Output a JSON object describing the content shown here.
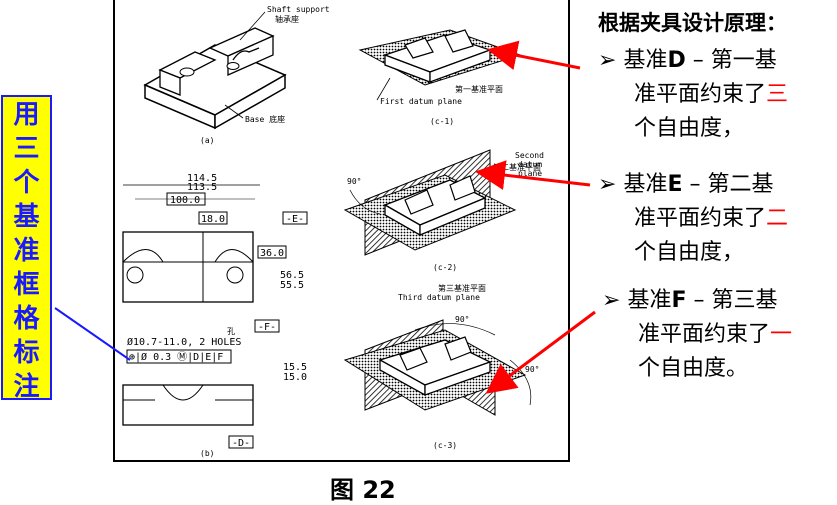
{
  "vertical_label": {
    "chars": [
      "用",
      "三",
      "个",
      "基",
      "准",
      "框",
      "格",
      "标",
      "注"
    ]
  },
  "figure": {
    "caption": "图 22",
    "panel_a": {
      "label_shaft_en": "Shaft support",
      "label_shaft_cn": "轴承座",
      "label_base": "Base 底座",
      "sub": "(a)"
    },
    "panel_c1": {
      "label_cn": "第一基准平面",
      "label_en": "First datum plane",
      "sub": "(c-1)"
    },
    "panel_c2": {
      "label_cn": "第二基准平面",
      "label_en1": "Second",
      "label_en2": "datum",
      "label_en3": "plane",
      "angle": "90°",
      "sub": "(c-2)"
    },
    "panel_c3": {
      "label_cn": "第三基准平面",
      "label_en": "Third datum plane",
      "angle1": "90°",
      "angle2": "90°",
      "sub": "(c-3)"
    },
    "panel_b": {
      "dim_total1": "114.5",
      "dim_total2": "113.5",
      "dim_100": "100.0",
      "dim_18": "18.0",
      "datum_e": "-E-",
      "dim_36": "36.0",
      "dim_56": "56.5",
      "dim_55": "55.5",
      "datum_f": "-F-",
      "hole_cn": "孔",
      "hole_spec": "Ø10.7-11.0, 2 HOLES",
      "fcf": "⊕|Ø 0.3 Ⓜ|D|E|F",
      "dim_155": "15.5",
      "dim_150": "15.0",
      "datum_d": "-D-",
      "sub": "(b)"
    }
  },
  "right_panel": {
    "title": "根据夹具设计原理：",
    "items": [
      {
        "bullet": "➢",
        "prefix": "基准",
        "letter": "D",
        "dash": " – 第一基",
        "line2a": "准平面约束了",
        "num": "三",
        "line3": "个自由度，"
      },
      {
        "bullet": "➢",
        "prefix": "基准",
        "letter": "E",
        "dash": " – 第二基",
        "line2a": "准平面约束了",
        "num": "二",
        "line3": "个自由度，"
      },
      {
        "bullet": "➢",
        "prefix": "基准",
        "letter": "F",
        "dash": " – 第三基",
        "line2a": "准平面约束了",
        "num": "一",
        "line3": "个自由度。"
      }
    ]
  },
  "colors": {
    "label_bg": "#ffff00",
    "label_fg": "#1a1aff",
    "arrow_red": "#ff0000",
    "highlight_red": "#ff0000"
  }
}
